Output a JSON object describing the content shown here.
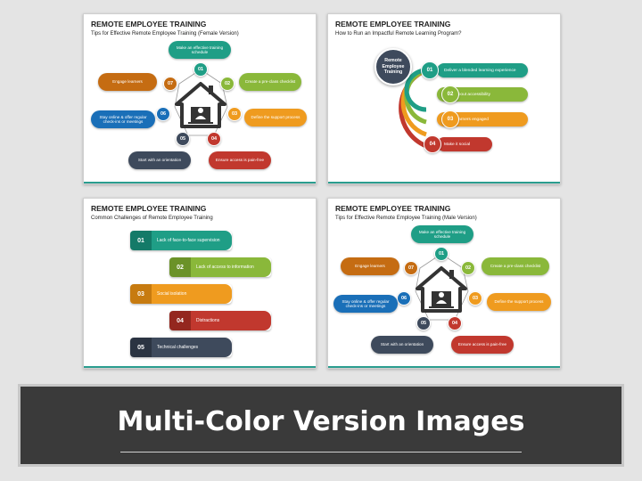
{
  "slides": {
    "s1": {
      "title": "REMOTE EMPLOYEE TRAINING",
      "subtitle": "Tips for Effective Remote Employee Training (Female Version)"
    },
    "s2": {
      "title": "REMOTE EMPLOYEE TRAINING",
      "subtitle": "How to Run an Impactful Remote Learning Program?",
      "hub": "Remote Employee Training",
      "items": [
        {
          "num": "01",
          "label": "Deliver a blended learning experience"
        },
        {
          "num": "02",
          "label": "Think about accessibility"
        },
        {
          "num": "03",
          "label": "Keep learners engaged"
        },
        {
          "num": "04",
          "label": "Make it social"
        }
      ]
    },
    "s3": {
      "title": "REMOTE EMPLOYEE TRAINING",
      "subtitle": "Common Challenges of Remote Employee Training",
      "items": [
        {
          "num": "01",
          "label": "Lack of face-to-face supervision"
        },
        {
          "num": "02",
          "label": "Lack of access to information"
        },
        {
          "num": "03",
          "label": "Social isolation"
        },
        {
          "num": "04",
          "label": "Distractions"
        },
        {
          "num": "05",
          "label": "Technical challenges"
        }
      ]
    },
    "s4": {
      "title": "REMOTE EMPLOYEE TRAINING",
      "subtitle": "Tips for Effective Remote Employee Training (Male Version)"
    },
    "tips": {
      "n01": "01",
      "l01": "Make an effective training schedule",
      "n02": "02",
      "l02": "Create a pre-class checklist",
      "n03": "03",
      "l03": "Define the support process",
      "n04": "04",
      "l04": "Ensure access is pain-free",
      "n05": "05",
      "l05": "Start with an orientation",
      "n06": "06",
      "l06": "Stay online & offer regular check-ins or meetings",
      "n07": "07",
      "l07": "Engage learners"
    }
  },
  "banner": {
    "title": "Multi-Color Version Images"
  },
  "colors": {
    "teal": "#1f9e86",
    "green": "#8ab83a",
    "orange": "#ef9b1f",
    "red": "#c1382e",
    "slate": "#3e4a5c",
    "blue": "#1a6fb8",
    "brown": "#c56c12",
    "background": "#3a3a3a"
  },
  "icons": [
    "house-icon",
    "person-laptop-icon"
  ]
}
